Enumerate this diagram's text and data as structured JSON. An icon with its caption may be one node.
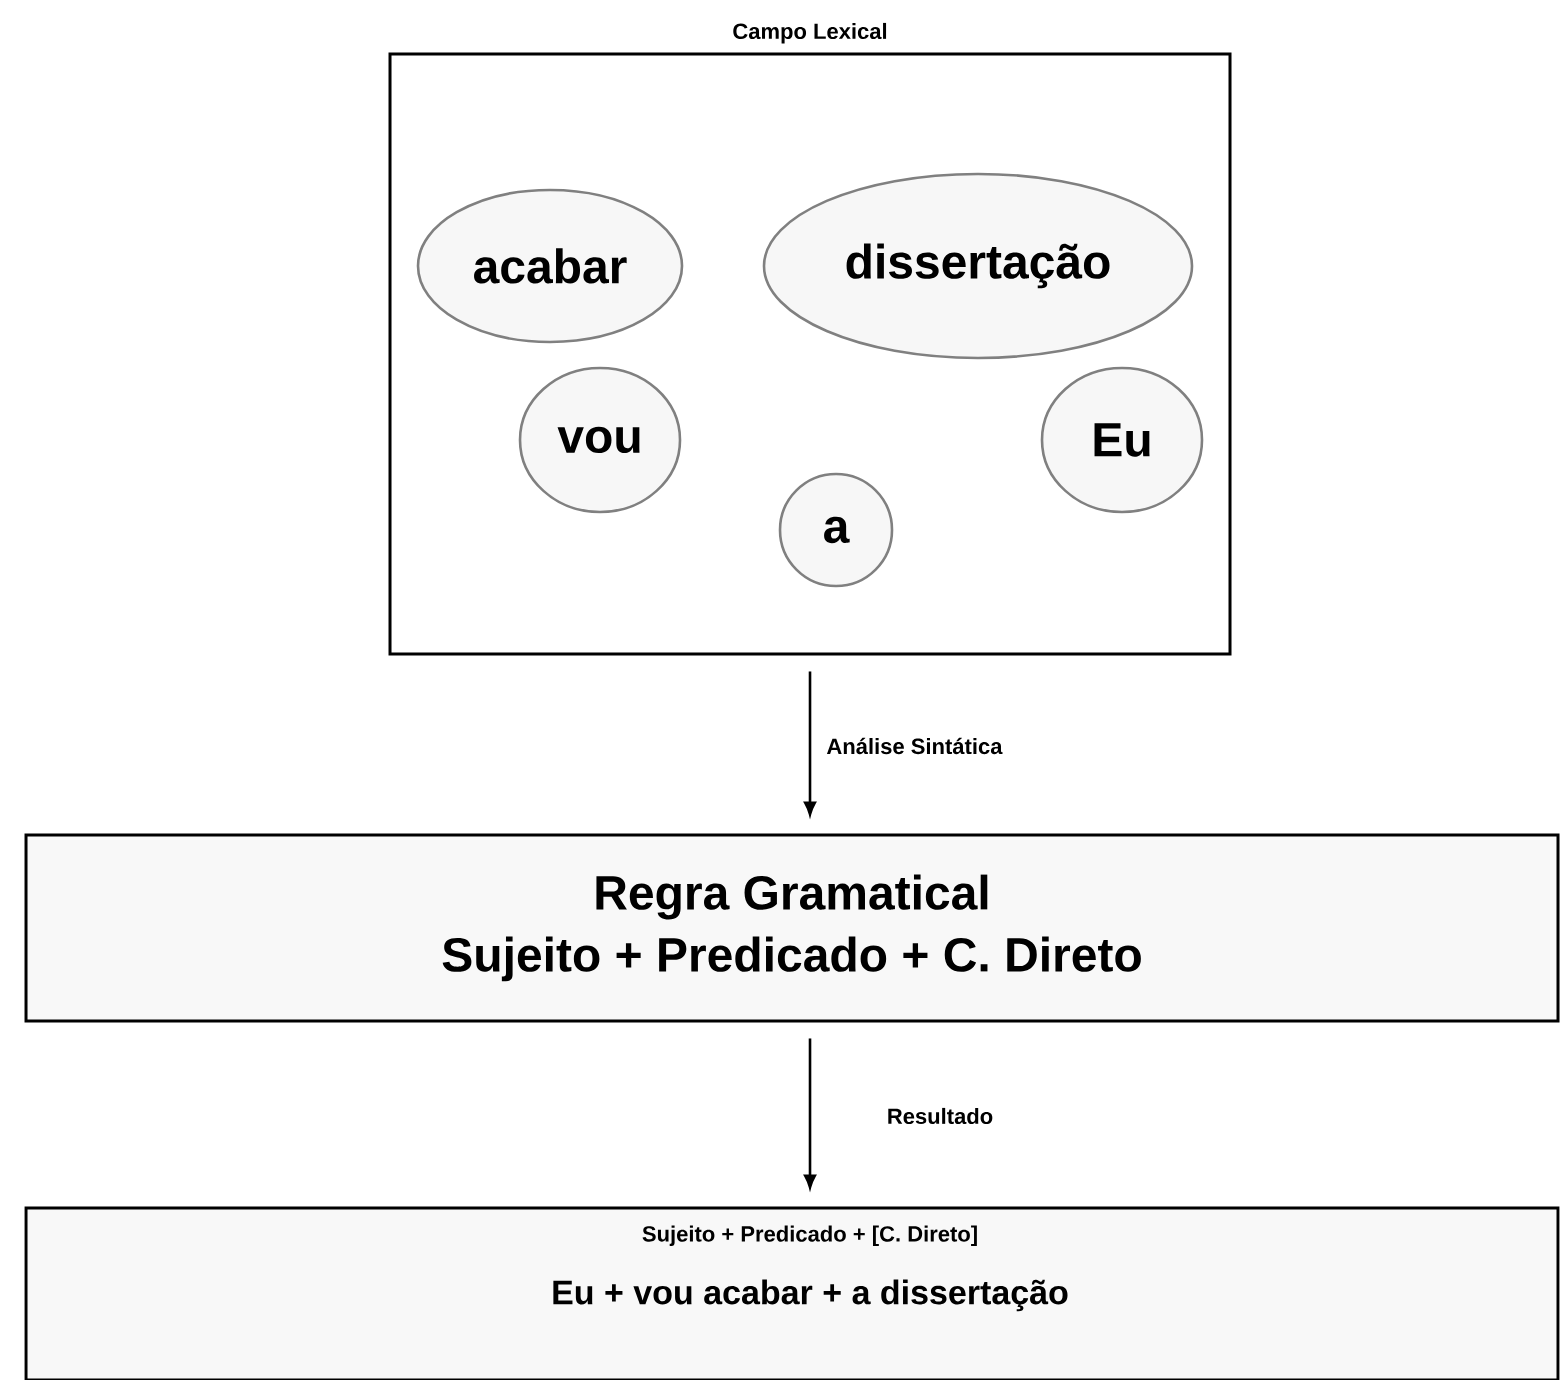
{
  "diagram": {
    "nodes": [
      {
        "text": [
          "Campo Lexical"
        ]
      },
      {
        "text": [
          "acabar"
        ],
        "in": 0
      },
      {
        "text": [
          "dissertação"
        ],
        "in": 0
      },
      {
        "text": [
          "vou"
        ],
        "in": 0
      },
      {
        "text": [
          "Eu"
        ],
        "in": 0
      },
      {
        "text": [
          "a"
        ],
        "in": 0
      },
      {
        "text": [
          "Regra Gramatical",
          "Sujeito + Predicado + C. Direto"
        ]
      },
      {
        "text": [
          "Sujeito + Predicado + [C. Direto]",
          "Eu + vou acabar + a dissertação"
        ]
      }
    ],
    "edges": [
      {
        "from": 0,
        "to": 6,
        "arrow": "to",
        "label": "Análise Sintática"
      },
      {
        "from": 6,
        "to": 7,
        "arrow": "to",
        "label": "Resultado"
      }
    ]
  }
}
